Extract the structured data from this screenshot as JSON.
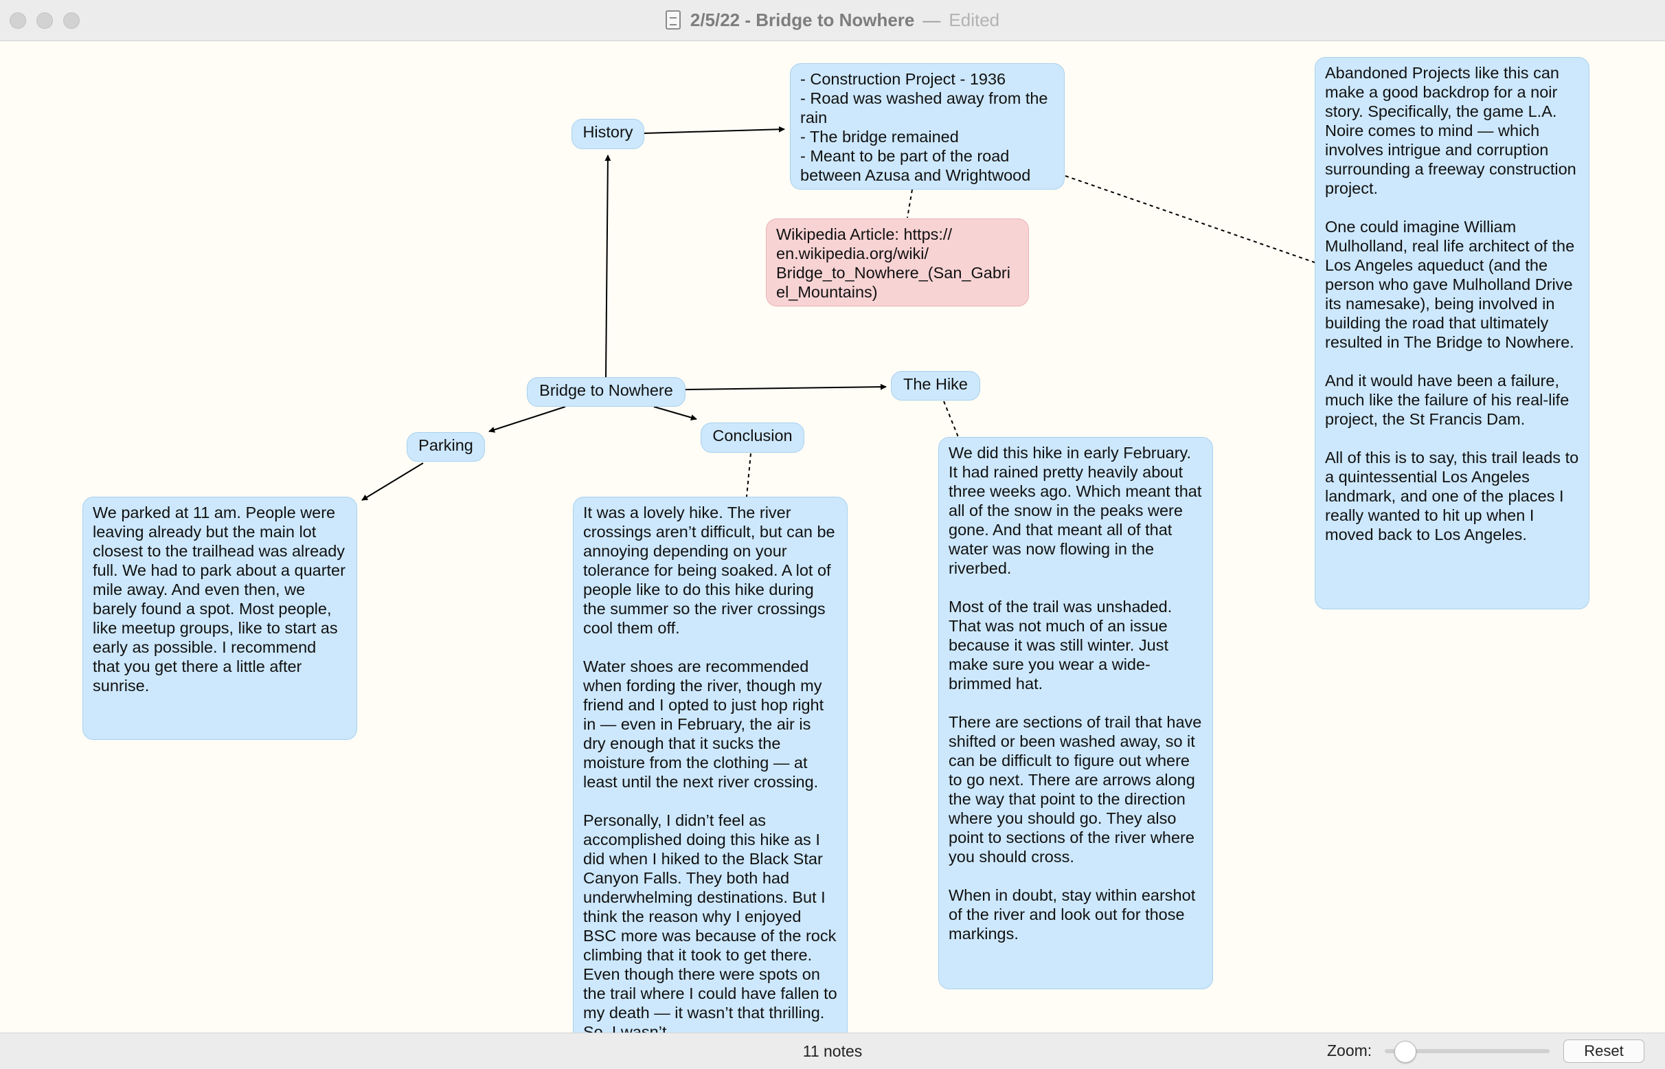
{
  "window": {
    "title": "2/5/22 - Bridge to Nowhere",
    "separator": "—",
    "status_suffix": "Edited",
    "icon": "document-icon"
  },
  "notes": {
    "history": "History",
    "history_detail": "- Construction Project - 1936\n- Road was washed away from the rain\n- The bridge remained\n- Meant to be part of the road between Azusa and Wrightwood",
    "wikipedia": "Wikipedia Article: https://\nen.wikipedia.org/wiki/\nBridge_to_Nowhere_(San_Gabri\nel_Mountains)",
    "noir": "Abandoned Projects like this can make a good backdrop for a noir story. Specifically, the game L.A. Noire comes to mind — which involves intrigue and corruption surrounding a freeway construction project.\n\nOne could imagine William Mulholland, real life architect of the Los Angeles aqueduct (and the person who gave Mulholland Drive its namesake), being involved in building the road that ultimately resulted in The Bridge to Nowhere.\n\nAnd it would have been a failure, much like the failure of his real-life project, the St Francis Dam.\n\nAll of this is to say, this trail leads to a quintessential Los Angeles landmark, and one of the places I really wanted to hit up when I moved back to Los Angeles.",
    "root": "Bridge to Nowhere",
    "hike": "The Hike",
    "parking": "Parking",
    "conclusion": "Conclusion",
    "parking_detail": "We parked at 11 am. People were leaving already but the main lot closest to the trailhead was already full. We had to park about a quarter mile away. And even then, we barely found a spot. Most people, like meetup groups, like to start as early as possible. I recommend that you get there a little after sunrise.",
    "conclusion_detail": "It was a lovely hike. The river crossings aren’t difficult, but can be annoying depending on your tolerance for being soaked. A lot of people like to do this hike during the summer so the river crossings cool them off.\n\nWater shoes are recommended when fording the river, though my friend and I opted to just hop right in — even in February, the air is dry enough that it sucks the moisture from the clothing — at least until the next river crossing.\n\nPersonally, I didn’t feel as accomplished doing this hike as I did when I hiked to the Black Star Canyon Falls. They both had underwhelming destinations. But I think the reason why I enjoyed BSC more was because of the rock climbing that it took to get there. Even though there were spots on the trail where I could have fallen to my death — it wasn’t that thrilling. So, I wasn’t",
    "hike_detail": "We did this hike in early February. It had rained pretty heavily about three weeks ago. Which meant that all of the snow in the peaks were gone. And that meant all of that water was now flowing in the riverbed.\n\nMost of the trail was unshaded. That was not much of an issue because it was still winter. Just make sure you wear a wide-brimmed hat.\n\nThere are sections of trail that have shifted or been washed away, so it can be difficult to figure out where to go next. There are arrows along the way that point to the direction where you should go. They also point to sections of the river where you should cross.\n\nWhen in doubt, stay within earshot of the river and look out for those markings."
  },
  "colors": {
    "note_blue": "#cde8fc",
    "note_pink": "#f8d3d4",
    "canvas": "#fffdf6"
  },
  "status": {
    "count": "11 notes",
    "zoom_label": "Zoom:",
    "zoom_level": 0.12,
    "reset_label": "Reset"
  }
}
